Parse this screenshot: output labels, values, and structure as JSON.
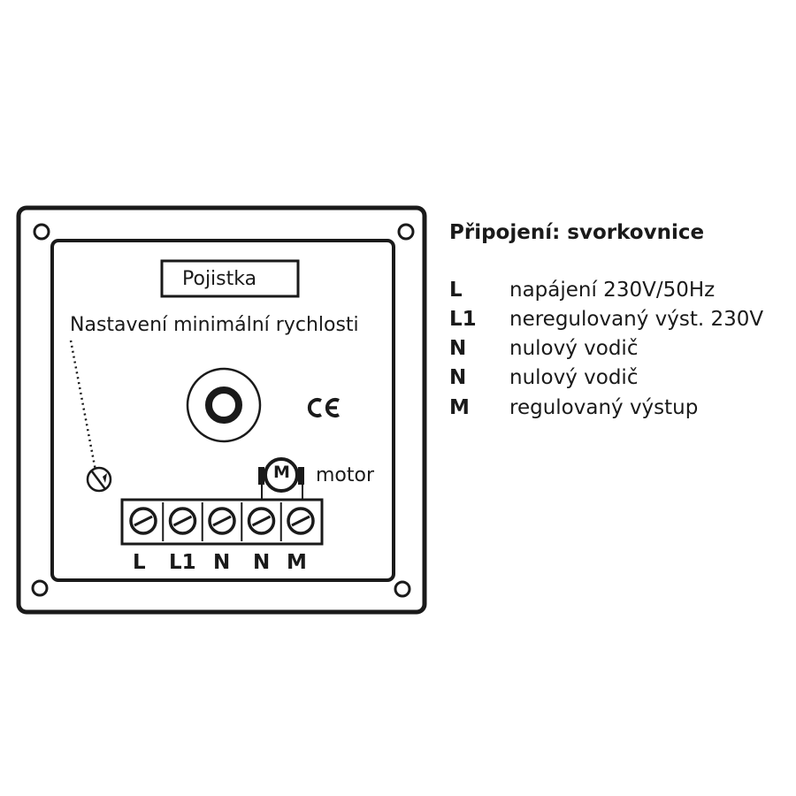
{
  "panel": {
    "fuse_label": "Pojistka",
    "min_speed_label": "Nastavení minimální rychlosti",
    "ce_mark": "CE",
    "motor_symbol": "M",
    "motor_label": "motor",
    "terminals": [
      "L",
      "L1",
      "N",
      "N",
      "M"
    ]
  },
  "legend": {
    "title": "Připojení: svorkovnice",
    "rows": [
      {
        "code": "L",
        "desc": "napájení 230V/50Hz"
      },
      {
        "code": "L1",
        "desc": "neregulovaný výst. 230V"
      },
      {
        "code": "N",
        "desc": "nulový vodič"
      },
      {
        "code": "N",
        "desc": "nulový vodič"
      },
      {
        "code": "M",
        "desc": "regulovaný výstup"
      }
    ]
  }
}
